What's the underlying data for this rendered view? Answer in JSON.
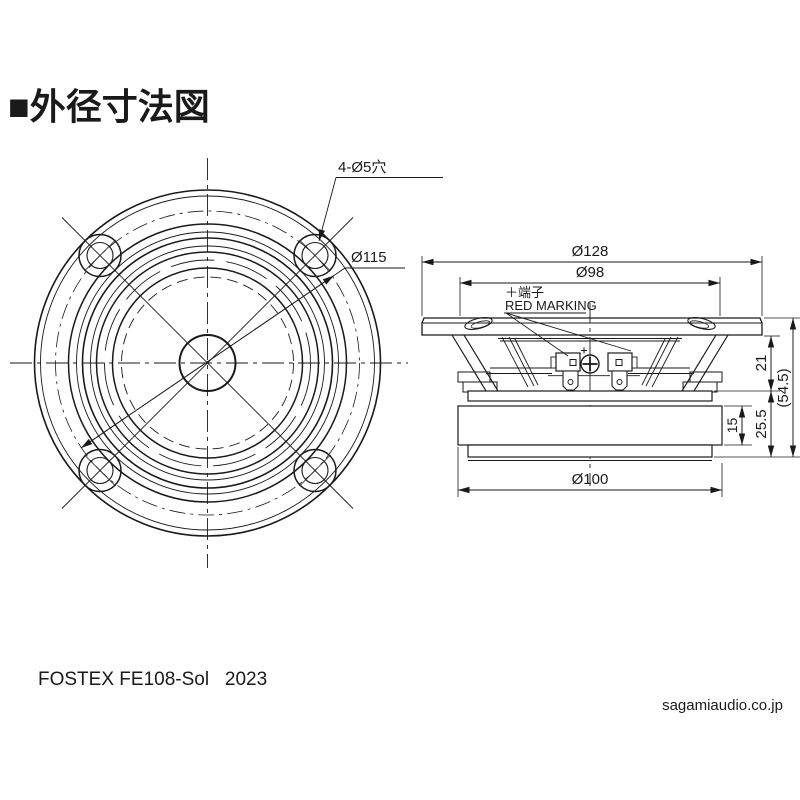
{
  "title": "■外径寸法図",
  "front": {
    "holes_label": "4-Ø5穴",
    "bolt_circle_label": "Ø115"
  },
  "side": {
    "flange_dia": "Ø128",
    "cutout_dia": "Ø98",
    "terminal": "＋端子",
    "marking": "RED MARKING",
    "magnet_dia": "Ø100",
    "dim_flange_to_plate": "21",
    "dim_magnet_assembly": "25.5",
    "dim_overall": "(54.5)",
    "dim_magnet": "15"
  },
  "footer": {
    "model": "FOSTEX FE108-Sol   2023",
    "site": "sagamiaudio.co.jp"
  },
  "colors": {
    "line": "#1a1a1a",
    "model_red": "#cc2222",
    "site_gray": "#222222"
  }
}
